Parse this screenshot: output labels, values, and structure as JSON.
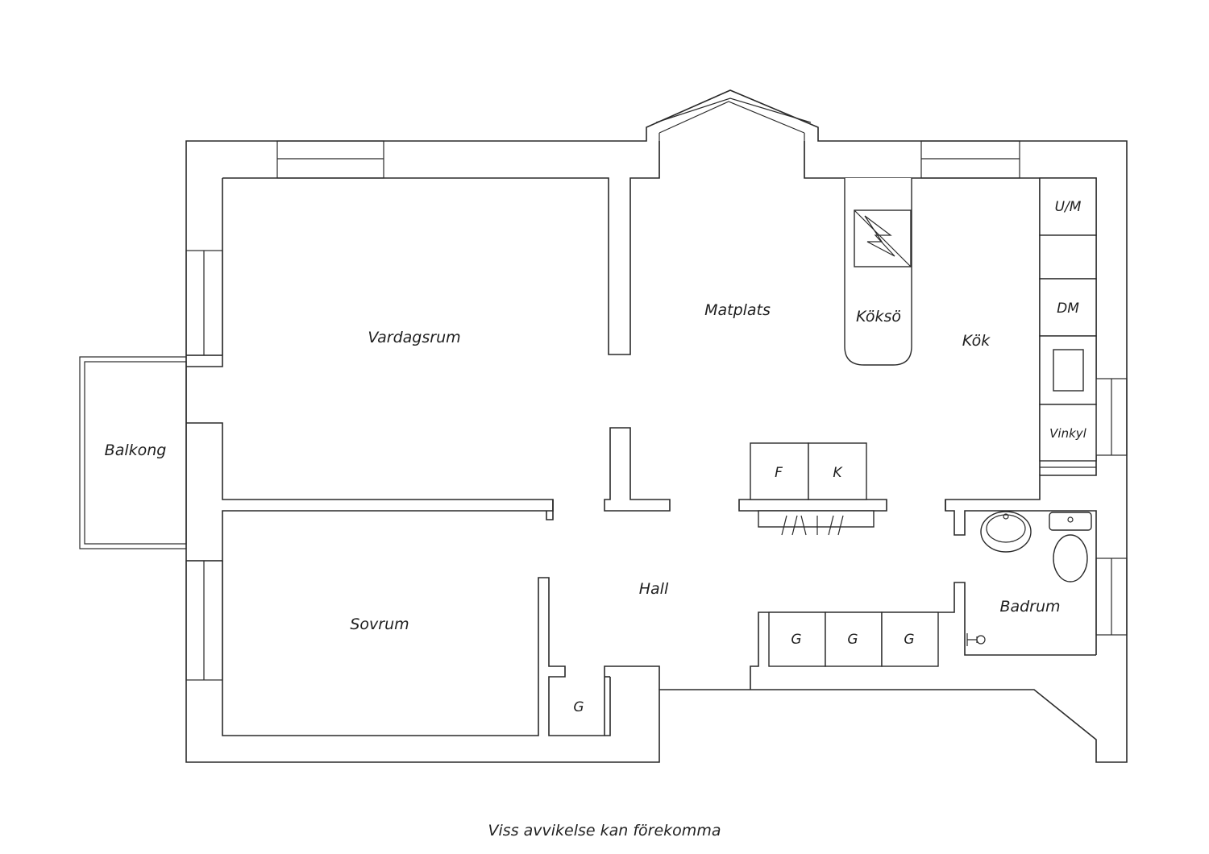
{
  "rooms": {
    "vardagsrum": "Vardagsrum",
    "matplats": "Matplats",
    "koksoe": "Köksö",
    "kok": "Kök",
    "balkong": "Balkong",
    "sovrum": "Sovrum",
    "hall": "Hall",
    "badrum": "Badrum"
  },
  "fixtures": {
    "um": "U/M",
    "dm": "DM",
    "vinkyl": "Vinkyl",
    "f": "F",
    "k": "K",
    "g_closet": "G",
    "g1": "G",
    "g2": "G",
    "g3": "G"
  },
  "caption": "Viss avvikelse kan förekomma"
}
